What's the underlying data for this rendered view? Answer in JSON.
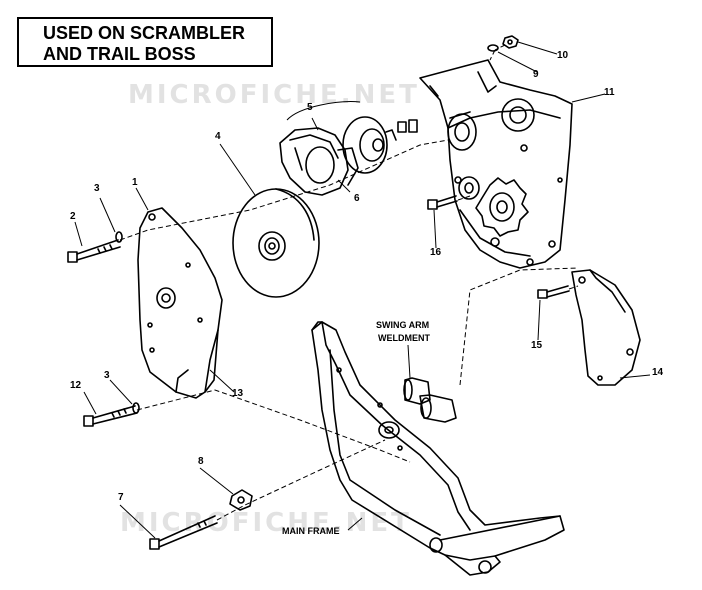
{
  "title": {
    "line1": "USED ON SCRAMBLER",
    "line2": "AND TRAIL BOSS"
  },
  "watermark": "MICROFICHE.NET",
  "labels": {
    "swing_arm_line1": "SWING ARM",
    "swing_arm_line2": "WELDMENT",
    "main_frame": "MAIN FRAME"
  },
  "callouts": {
    "c1": "1",
    "c2": "2",
    "c3a": "3",
    "c3b": "3",
    "c4": "4",
    "c5": "5",
    "c6": "6",
    "c7": "7",
    "c8": "8",
    "c9": "9",
    "c10": "10",
    "c11": "11",
    "c12": "12",
    "c13": "13",
    "c14": "14",
    "c15": "15",
    "c16": "16"
  }
}
